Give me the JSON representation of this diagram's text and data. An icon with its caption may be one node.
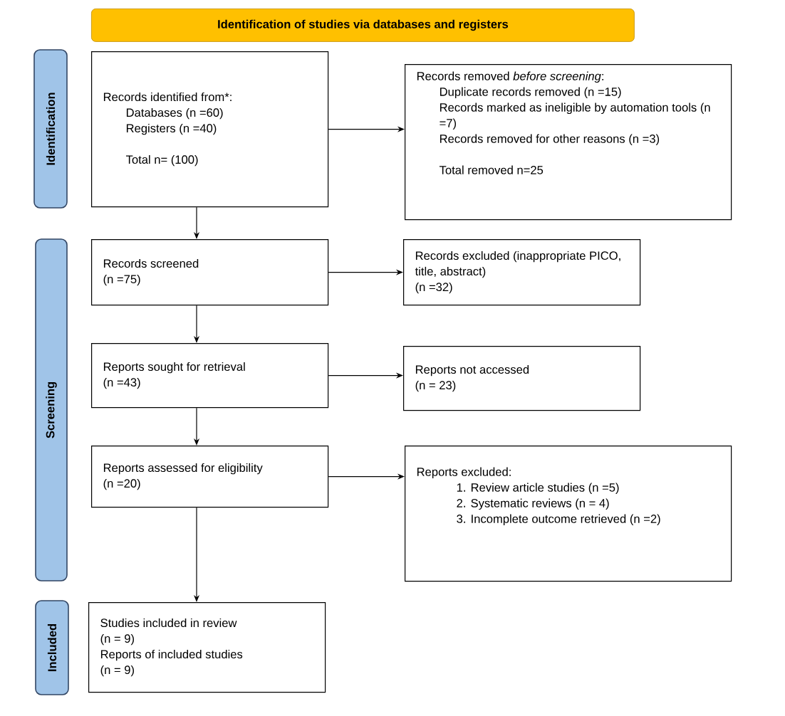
{
  "diagram": {
    "nodes": [
      {
        "text": [
          "Identification of studies via databases and registers"
        ]
      },
      {
        "text": [
          "Identification"
        ]
      },
      {
        "text": [
          "Screening"
        ]
      },
      {
        "text": [
          "Included"
        ]
      },
      {
        "text": [
          "Records identified from*:",
          "Databases (n =60)",
          "Registers (n =40)",
          "Total n= (100)"
        ]
      },
      {
        "text": [
          "Records removed *before screening*:",
          "Duplicate records removed (n =15)",
          "Records marked as ineligible by automation tools (n =7)",
          "Records removed for other reasons (n =3)",
          "Total removed n=25"
        ]
      },
      {
        "text": [
          "Records screened",
          "(n =75)"
        ]
      },
      {
        "text": [
          "Records excluded (inappropriate PICO, title, abstract)",
          "(n =32)"
        ]
      },
      {
        "text": [
          "Reports sought for retrieval",
          "(n =43)"
        ]
      },
      {
        "text": [
          "Reports not accessed",
          "(n = 23)"
        ]
      },
      {
        "text": [
          "Reports assessed for eligibility",
          "(n =20)"
        ]
      },
      {
        "text": [
          "Reports excluded:",
          "1. Review article studies (n =5)",
          "2. Systematic reviews (n = 4)",
          "3. Incomplete outcome retrieved (n =2)"
        ]
      },
      {
        "text": [
          "Studies included in review",
          "(n = 9)",
          "Reports of included studies",
          "(n = 9)"
        ]
      }
    ],
    "edges": [
      {
        "from": 4,
        "to": 5,
        "arrow": "to"
      },
      {
        "from": 4,
        "to": 6,
        "arrow": "to"
      },
      {
        "from": 6,
        "to": 7,
        "arrow": "to"
      },
      {
        "from": 6,
        "to": 8,
        "arrow": "to"
      },
      {
        "from": 8,
        "to": 9,
        "arrow": "to"
      },
      {
        "from": 8,
        "to": 10,
        "arrow": "to"
      },
      {
        "from": 10,
        "to": 11,
        "arrow": "to"
      },
      {
        "from": 10,
        "to": 12,
        "arrow": "to"
      }
    ]
  }
}
